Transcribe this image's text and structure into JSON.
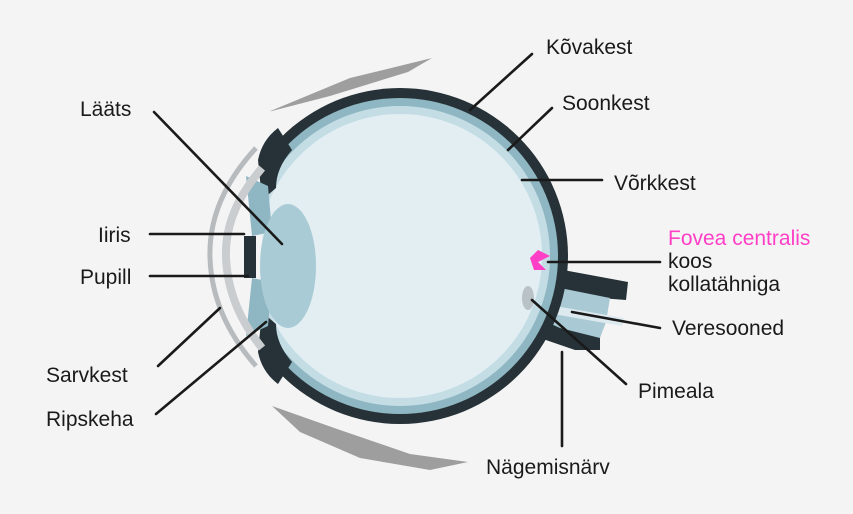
{
  "labels": {
    "kovakest": "Kõvakest",
    "soonkest": "Soonkest",
    "vorkkest": "Võrkkest",
    "fovea": "Fovea centralis",
    "koos": "koos",
    "kollatahniga": "kollatähniga",
    "veresooned": "Veresooned",
    "pimeala": "Pimeala",
    "nagemisnarv": "Nägemisnärv",
    "laats": "Lääts",
    "iiris": "Iiris",
    "pupill": "Pupill",
    "sarvkest": "Sarvkest",
    "ripskeha": "Ripskeha"
  },
  "colors": {
    "background": "#f4f4f4",
    "sclera": "#263238",
    "choroid": "#8fb7c3",
    "retina": "#c4dde5",
    "vitreous": "#e2eef2",
    "lens": "#a9cbd6",
    "eyelid": "#9e9e9e",
    "fovea": "#ff3fc6",
    "text": "#1a1a1a"
  }
}
